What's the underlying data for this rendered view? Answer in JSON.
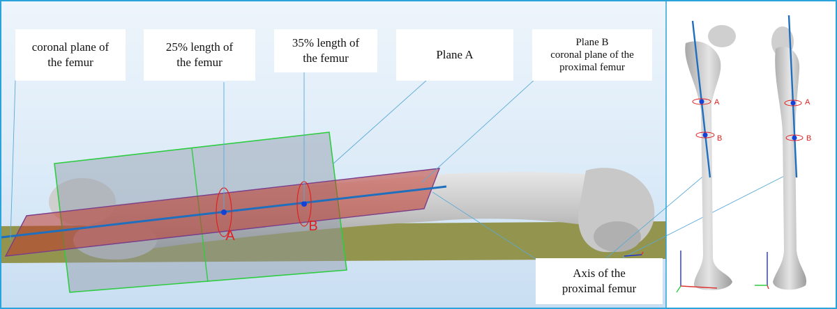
{
  "labels": {
    "coronal_plane": [
      "coronal plane of",
      "the femur"
    ],
    "pct25": [
      "25% length of",
      "the femur"
    ],
    "pct35": [
      "35% length of",
      "the femur"
    ],
    "plane_a": "Plane A",
    "plane_b": [
      "Plane B",
      "coronal plane of the",
      "proximal femur"
    ],
    "axis": [
      "Axis of the",
      "proximal femur"
    ]
  },
  "markers": {
    "main_a": "A",
    "main_b": "B",
    "front_a": "A",
    "front_b": "B",
    "side_a": "A",
    "side_b": "B"
  },
  "colors": {
    "frame": "#29a3d9",
    "plane_a_edge": "#2ecc40",
    "plane_b_fill": "#c0392b",
    "axis": "#1f6fbf",
    "marker": "#e02020",
    "ground": "#8a8a3e"
  }
}
